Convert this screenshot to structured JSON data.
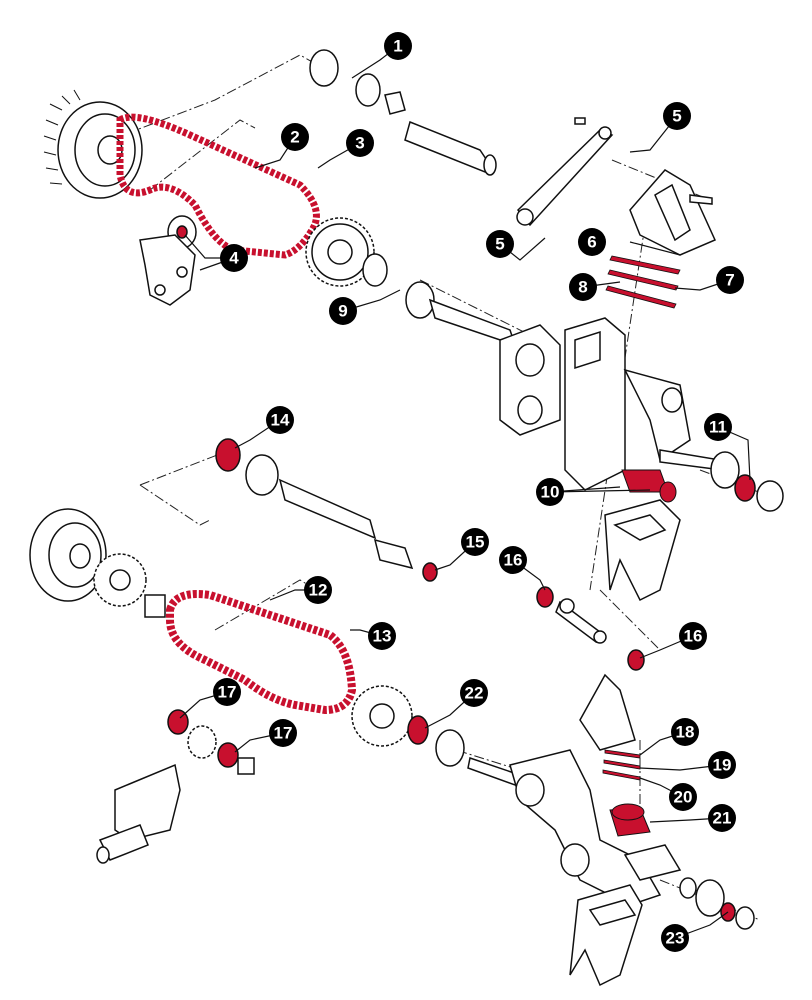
{
  "diagram": {
    "type": "exploded-parts-view",
    "colors": {
      "line": "#111111",
      "highlight": "#c8102e",
      "callout_fill": "#000000",
      "callout_text": "#ffffff",
      "background": "#ffffff"
    },
    "callouts": [
      {
        "id": "c1",
        "label": "1"
      },
      {
        "id": "c2",
        "label": "2"
      },
      {
        "id": "c3",
        "label": "3"
      },
      {
        "id": "c4",
        "label": "4"
      },
      {
        "id": "c5a",
        "label": "5"
      },
      {
        "id": "c5b",
        "label": "5"
      },
      {
        "id": "c6",
        "label": "6"
      },
      {
        "id": "c7",
        "label": "7"
      },
      {
        "id": "c8",
        "label": "8"
      },
      {
        "id": "c9",
        "label": "9"
      },
      {
        "id": "c10",
        "label": "10"
      },
      {
        "id": "c11",
        "label": "11"
      },
      {
        "id": "c12",
        "label": "12"
      },
      {
        "id": "c13",
        "label": "13"
      },
      {
        "id": "c14",
        "label": "14"
      },
      {
        "id": "c15",
        "label": "15"
      },
      {
        "id": "c16a",
        "label": "16"
      },
      {
        "id": "c16b",
        "label": "16"
      },
      {
        "id": "c17a",
        "label": "17"
      },
      {
        "id": "c17b",
        "label": "17"
      },
      {
        "id": "c18",
        "label": "18"
      },
      {
        "id": "c19",
        "label": "19"
      },
      {
        "id": "c20",
        "label": "20"
      },
      {
        "id": "c21",
        "label": "21"
      },
      {
        "id": "c22",
        "label": "22"
      },
      {
        "id": "c23",
        "label": "23"
      }
    ]
  }
}
